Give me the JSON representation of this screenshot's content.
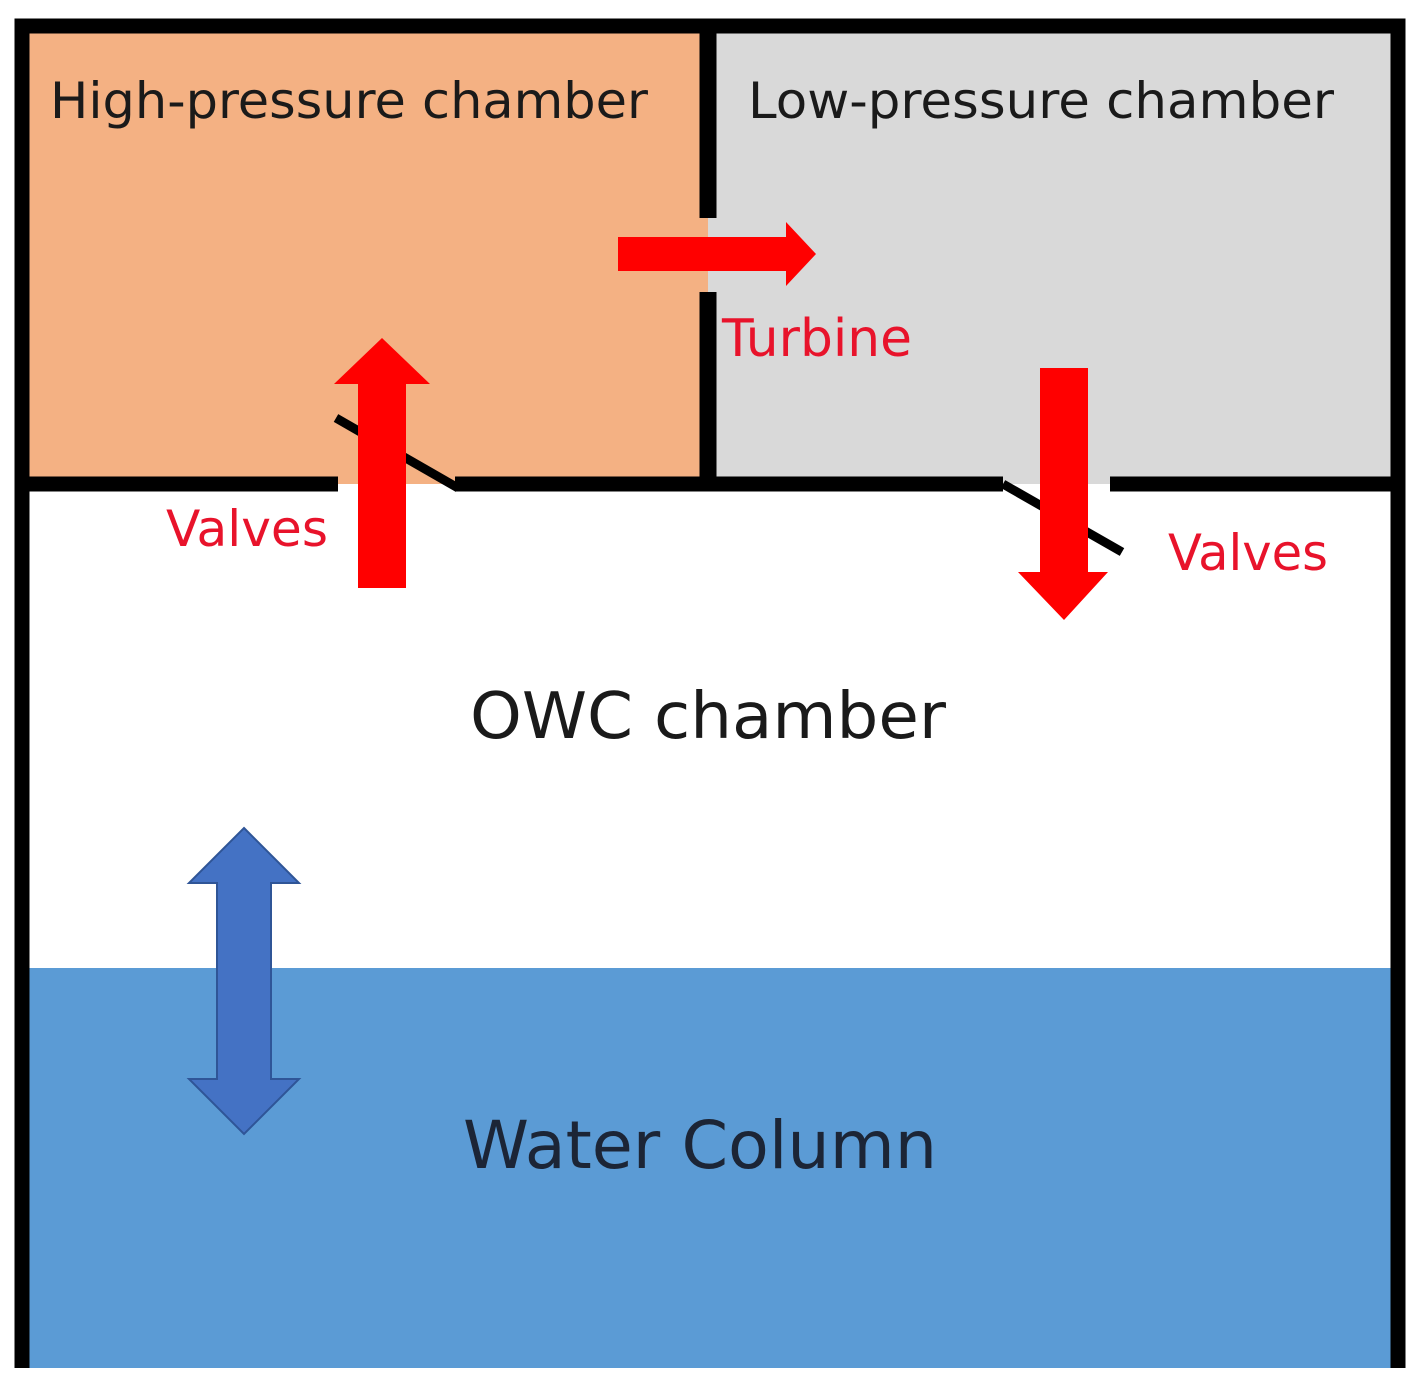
{
  "diagram": {
    "title": "",
    "labels": {
      "high_pressure_chamber": "High-pressure chamber",
      "low_pressure_chamber": "Low-pressure chamber",
      "turbine": "Turbine",
      "valves_left": "Valves",
      "valves_right": "Valves",
      "owc_chamber": "OWC chamber",
      "water_column": "Water Column"
    },
    "colors": {
      "high_pressure_fill": "#F4B183",
      "low_pressure_fill": "#D9D9D9",
      "owc_fill": "#FFFFFF",
      "water_fill": "#5B9BD5",
      "wall": "#000000",
      "flow_arrow": "#FF0000",
      "flow_label": "#E8132B",
      "oscillation_arrow": "#4472C4",
      "oscillation_arrow_stroke": "#2F5597",
      "dark_text": "#1a1a1a",
      "water_text": "#1c2536"
    },
    "icons": {
      "turbine_flow": "arrow-right-icon",
      "intake_flow": "arrow-up-icon",
      "exhaust_flow": "arrow-down-icon",
      "water_oscillation": "double-arrow-vertical-icon"
    }
  }
}
